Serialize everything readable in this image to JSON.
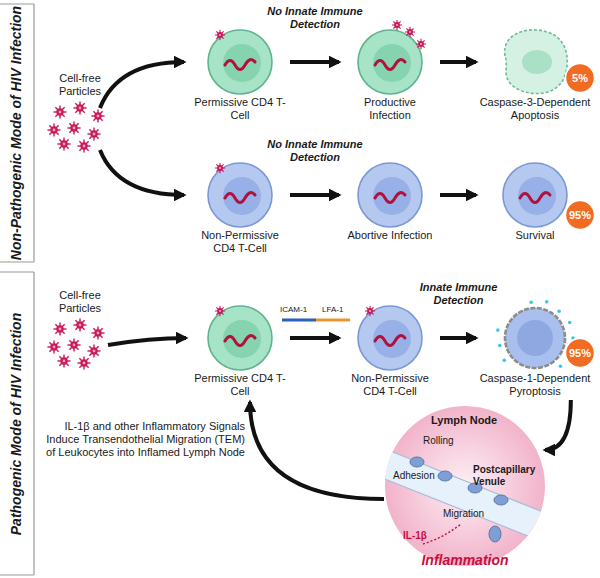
{
  "diagram": {
    "nodes": [
      {
        "text": [
          "Permissive CD4 T-Cell"
        ]
      },
      {
        "text": [
          "Productive Infection"
        ]
      },
      {
        "text": [
          "Caspase-3-Dependent Apoptosis"
        ]
      },
      {
        "text": [
          "5%"
        ]
      },
      {
        "text": [
          "Non-Permissive CD4 T-Cell"
        ]
      },
      {
        "text": [
          "Abortive Infection"
        ]
      },
      {
        "text": [
          "Survival"
        ]
      },
      {
        "text": [
          "95%"
        ]
      },
      {
        "text": [
          "Permissive CD4 T-Cell"
        ]
      },
      {
        "text": [
          "Non-Permissive CD4 T-Cell"
        ]
      },
      {
        "text": [
          "Caspase-1-Dependent Pyroptosis"
        ]
      },
      {
        "text": [
          "95%"
        ]
      },
      {
        "text": [
          "Lymph Node",
          "Rolling",
          "Adhesion",
          "Postcapillary Venule",
          "Migration",
          "IL-1β",
          "Inflammation"
        ]
      }
    ],
    "edges": [
      {
        "from": 0,
        "to": 1,
        "arrow": "to",
        "label": "No Innate Immune Detection"
      },
      {
        "from": 1,
        "to": 2,
        "arrow": "to"
      },
      {
        "from": 4,
        "to": 5,
        "arrow": "to",
        "label": "No Innate Immune Detection"
      },
      {
        "from": 5,
        "to": 6,
        "arrow": "to"
      },
      {
        "from": 8,
        "to": 9,
        "arrow": "to"
      },
      {
        "from": 9,
        "to": 10,
        "arrow": "to",
        "label": "Innate Immune Detection"
      },
      {
        "from": 10,
        "to": 12,
        "arrow": "to"
      },
      {
        "from": 12,
        "to": 8,
        "arrow": "to"
      }
    ],
    "labels": [
      "Non-Pathogenic Mode of HIV Infection",
      "Pathogenic Mode of HIV Infection",
      "Cell-free Particles",
      "Cell-free Particles",
      "ICAM-1",
      "LFA-1",
      "IL-1β and other Inflammatory Signals Induce Transendothelial Migration (TEM) of Leukocytes into Inflamed Lymph Node"
    ]
  }
}
